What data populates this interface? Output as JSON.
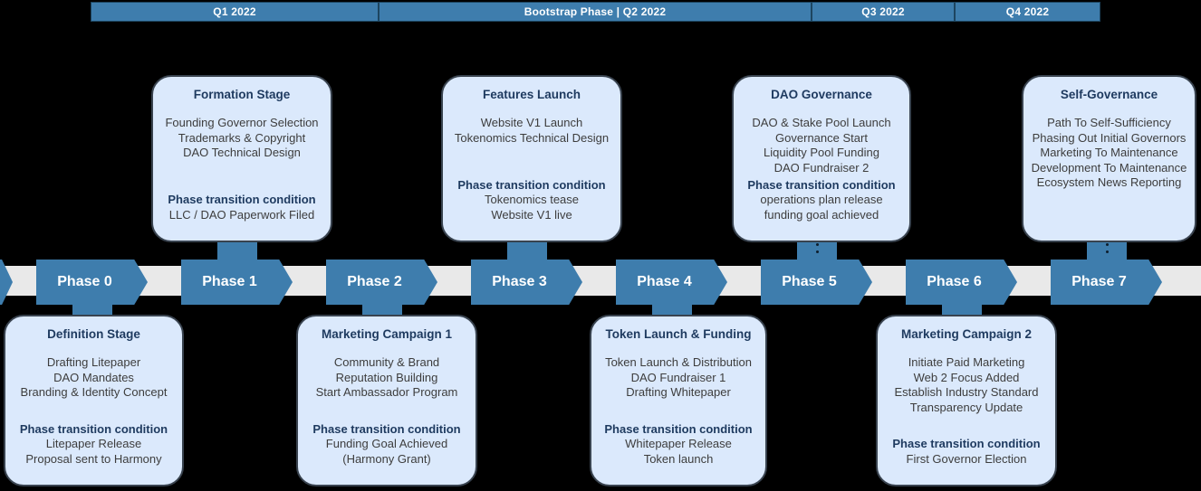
{
  "colors": {
    "accent_blue": "#3e7dad",
    "band_gray": "#e9e9e9",
    "card_background": "#dbe9fc",
    "card_border": "#39434f",
    "title_navy": "#1e3a5f",
    "page_background": "#000000"
  },
  "quarter_bar": {
    "segments": [
      {
        "label": "Q1 2022"
      },
      {
        "label": "Bootstrap Phase | Q2 2022"
      },
      {
        "label": "Q3 2022"
      },
      {
        "label": "Q4 2022"
      }
    ]
  },
  "timeline": {
    "phases": [
      {
        "label": "Phase 0"
      },
      {
        "label": "Phase 1"
      },
      {
        "label": "Phase 2"
      },
      {
        "label": "Phase 3"
      },
      {
        "label": "Phase 4"
      },
      {
        "label": "Phase 5"
      },
      {
        "label": "Phase 6"
      },
      {
        "label": "Phase 7"
      }
    ]
  },
  "boxes": [
    {
      "phase": "Phase 0",
      "position": "below",
      "title": "Definition Stage",
      "items": [
        "Drafting Litepaper",
        "DAO Mandates",
        "Branding & Identity Concept"
      ],
      "transition_label": "Phase transition condition",
      "transition_items": [
        "Litepaper Release",
        "Proposal sent to Harmony"
      ]
    },
    {
      "phase": "Phase 1",
      "position": "above",
      "title": "Formation Stage",
      "items": [
        "Founding Governor Selection",
        "Trademarks & Copyright",
        "DAO Technical Design"
      ],
      "transition_label": "Phase transition condition",
      "transition_items": [
        "LLC / DAO Paperwork Filed"
      ]
    },
    {
      "phase": "Phase 2",
      "position": "below",
      "title": "Marketing Campaign 1",
      "items": [
        "Community & Brand",
        "Reputation Building",
        "Start Ambassador Program"
      ],
      "transition_label": "Phase transition condition",
      "transition_items": [
        "Funding Goal Achieved",
        "(Harmony Grant)"
      ]
    },
    {
      "phase": "Phase 3",
      "position": "above",
      "title": "Features Launch",
      "items": [
        "Website V1 Launch",
        "Tokenomics Technical Design"
      ],
      "transition_label": "Phase transition condition",
      "transition_items": [
        "Tokenomics tease",
        "Website V1 live"
      ]
    },
    {
      "phase": "Phase 4",
      "position": "below",
      "title": "Token Launch & Funding",
      "items": [
        "Token Launch & Distribution",
        "DAO Fundraiser 1",
        "Drafting Whitepaper"
      ],
      "transition_label": "Phase transition condition",
      "transition_items": [
        "Whitepaper Release",
        "Token launch"
      ]
    },
    {
      "phase": "Phase 5",
      "position": "above",
      "title": "DAO Governance",
      "items": [
        "DAO & Stake Pool Launch",
        "Governance Start",
        "Liquidity Pool Funding",
        "DAO Fundraiser 2"
      ],
      "transition_label": "Phase transition condition",
      "transition_items": [
        "operations plan release",
        "funding goal achieved"
      ]
    },
    {
      "phase": "Phase 6",
      "position": "below",
      "title": "Marketing Campaign 2",
      "items": [
        "Initiate Paid Marketing",
        "Web 2 Focus Added",
        "Establish Industry Standard",
        "Transparency Update"
      ],
      "transition_label": "Phase transition condition",
      "transition_items": [
        "First Governor Election"
      ]
    },
    {
      "phase": "Phase 7",
      "position": "above",
      "title": "Self-Governance",
      "items": [
        "Path To Self-Sufficiency",
        "Phasing Out Initial Governors",
        "Marketing To Maintenance",
        "Development To Maintenance",
        "Ecosystem News Reporting"
      ]
    }
  ]
}
